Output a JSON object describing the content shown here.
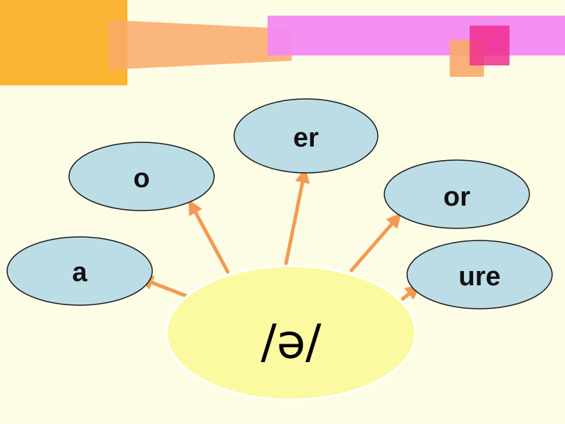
{
  "colors": {
    "background": "#fdfde6",
    "node_fill": "#bcdde6",
    "node_stroke": "#1a1a1a",
    "center_fill": "#fbfaa0",
    "arrow": "#f39a52",
    "deco_orange": "#fbb432",
    "deco_orange_light": "#f9a96a",
    "deco_magenta": "#f48af2",
    "deco_pink": "#ef2f8e"
  },
  "center": {
    "label": "/ə/"
  },
  "nodes": [
    {
      "id": "a",
      "label": "a"
    },
    {
      "id": "o",
      "label": "o"
    },
    {
      "id": "er",
      "label": "er"
    },
    {
      "id": "or",
      "label": "or"
    },
    {
      "id": "ure",
      "label": "ure"
    }
  ]
}
